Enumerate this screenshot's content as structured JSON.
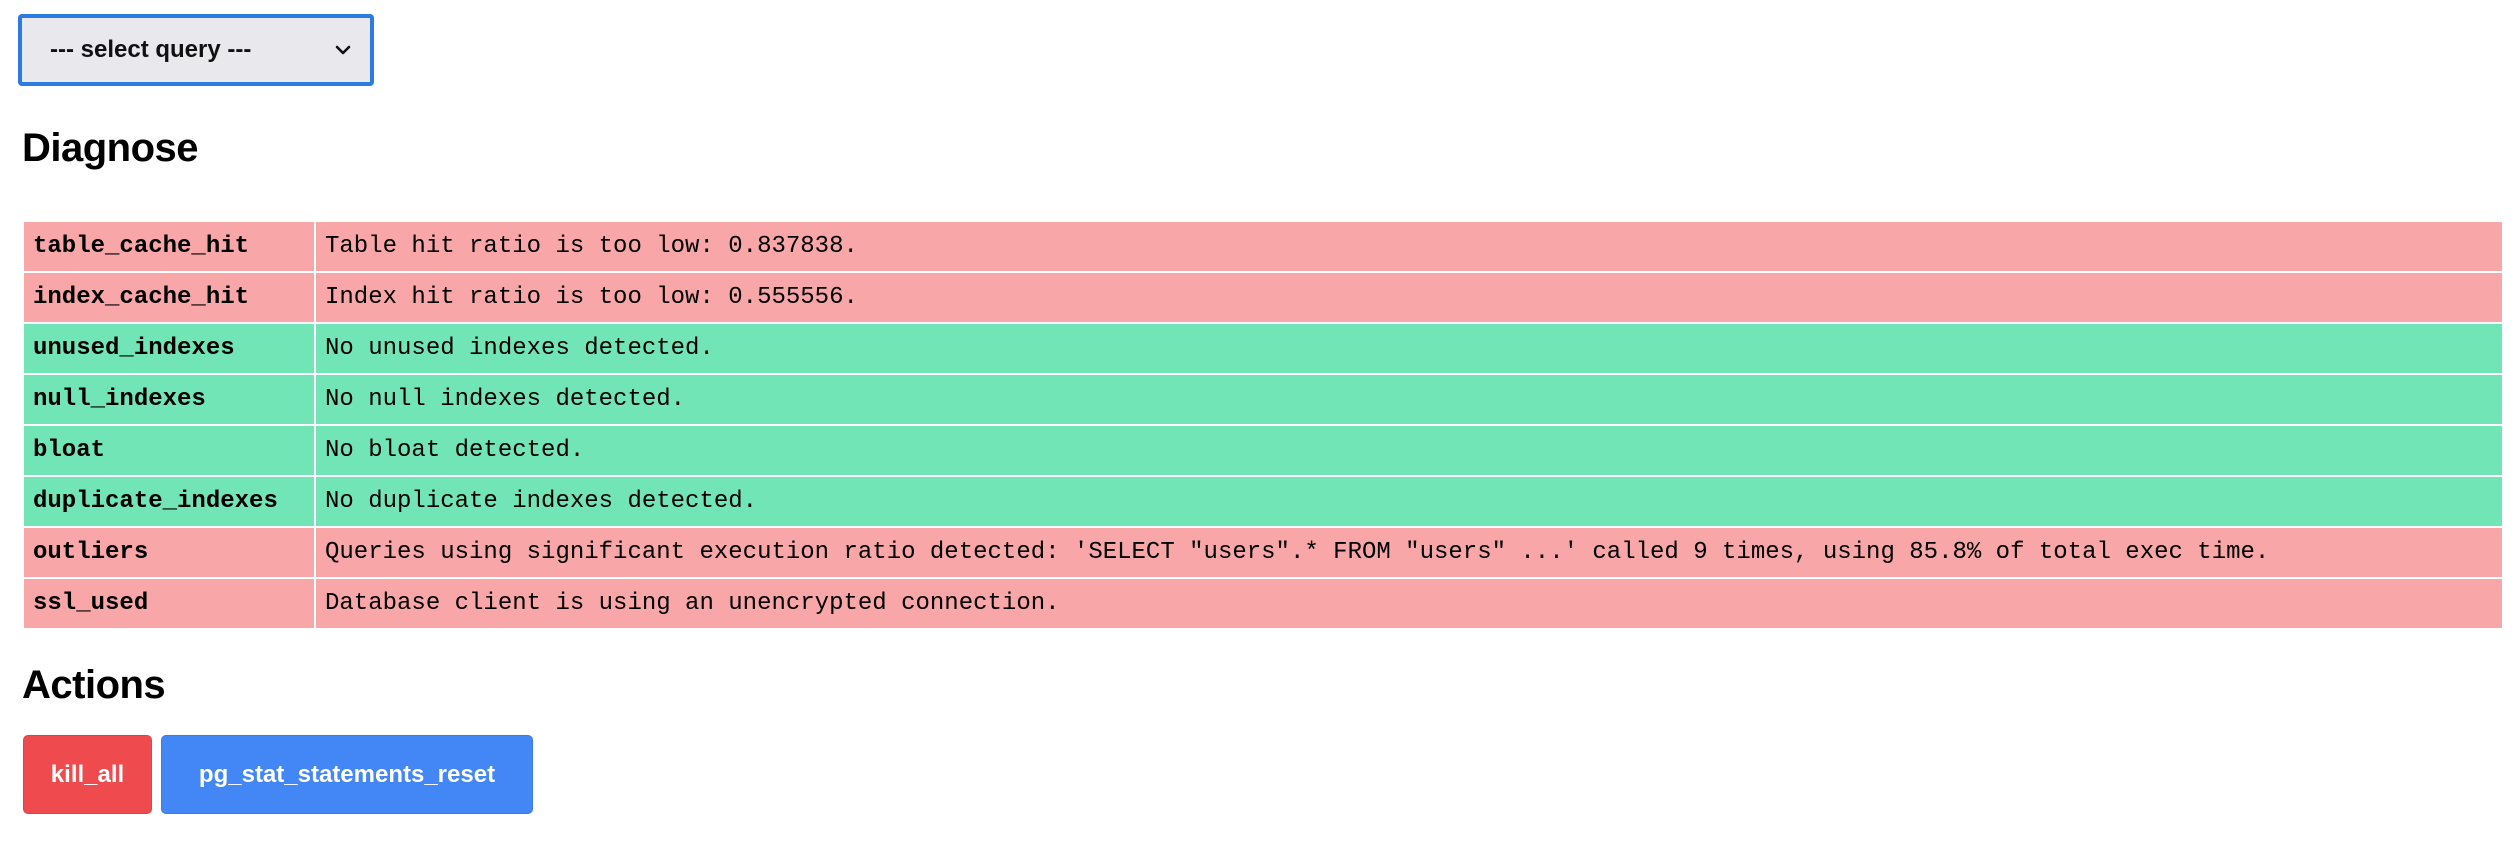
{
  "query_select": {
    "label": "--- select query ---",
    "icon": "chevron-down-icon"
  },
  "diagnose": {
    "heading": "Diagnose",
    "status_colors": {
      "fail": "#f9a6a8",
      "pass": "#72e5b6"
    },
    "rows": [
      {
        "name": "table_cache_hit",
        "message": "Table hit ratio is too low: 0.837838.",
        "status": "fail"
      },
      {
        "name": "index_cache_hit",
        "message": "Index hit ratio is too low: 0.555556.",
        "status": "fail"
      },
      {
        "name": "unused_indexes",
        "message": "No unused indexes detected.",
        "status": "pass"
      },
      {
        "name": "null_indexes",
        "message": "No null indexes detected.",
        "status": "pass"
      },
      {
        "name": "bloat",
        "message": "No bloat detected.",
        "status": "pass"
      },
      {
        "name": "duplicate_indexes",
        "message": "No duplicate indexes detected.",
        "status": "pass"
      },
      {
        "name": "outliers",
        "message": "Queries using significant execution ratio detected: 'SELECT \"users\".* FROM \"users\" ...' called 9 times, using 85.8% of total exec time.",
        "status": "fail"
      },
      {
        "name": "ssl_used",
        "message": "Database client is using an unencrypted connection.",
        "status": "fail"
      }
    ]
  },
  "actions": {
    "heading": "Actions",
    "buttons": [
      {
        "label": "kill_all",
        "color": "#ef4a4e"
      },
      {
        "label": "pg_stat_statements_reset",
        "color": "#4287f5"
      }
    ]
  }
}
